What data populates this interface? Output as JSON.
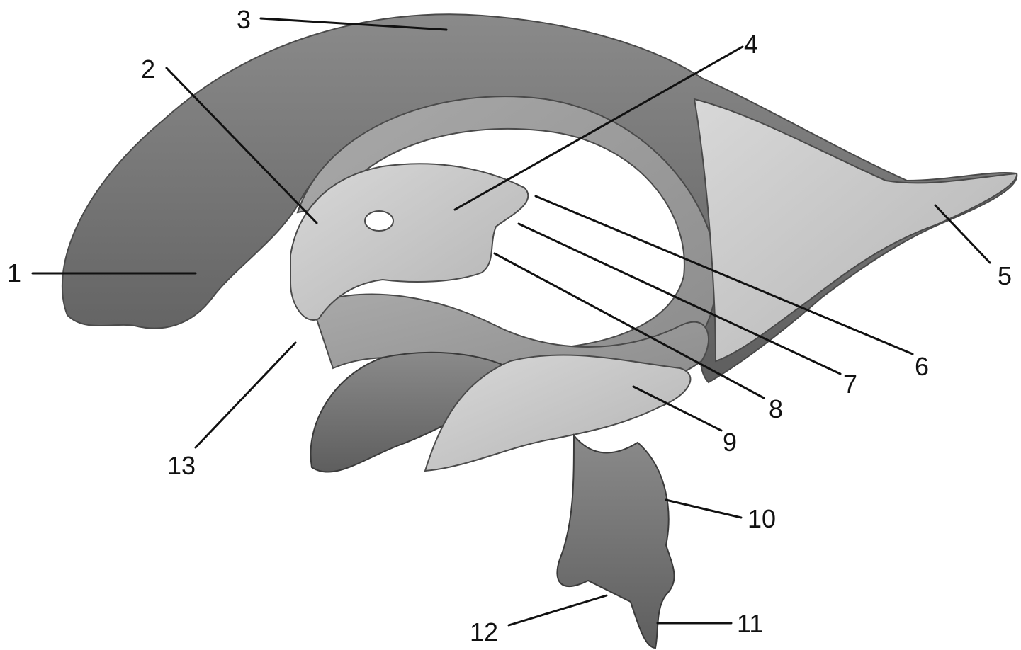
{
  "diagram": {
    "colors": {
      "background": "#ffffff",
      "structure_dark": "#6f6f6f",
      "structure_mid": "#9a9a9a",
      "structure_light": "#c9c9c9",
      "line": "#111111"
    },
    "callouts": [
      {
        "id": "c1",
        "text": "1"
      },
      {
        "id": "c2",
        "text": "2"
      },
      {
        "id": "c3",
        "text": "3"
      },
      {
        "id": "c4",
        "text": "4"
      },
      {
        "id": "c5",
        "text": "5"
      },
      {
        "id": "c6",
        "text": "6"
      },
      {
        "id": "c7",
        "text": "7"
      },
      {
        "id": "c8",
        "text": "8"
      },
      {
        "id": "c9",
        "text": "9"
      },
      {
        "id": "c10",
        "text": "10"
      },
      {
        "id": "c11",
        "text": "11"
      },
      {
        "id": "c12",
        "text": "12"
      },
      {
        "id": "c13",
        "text": "13"
      }
    ]
  }
}
